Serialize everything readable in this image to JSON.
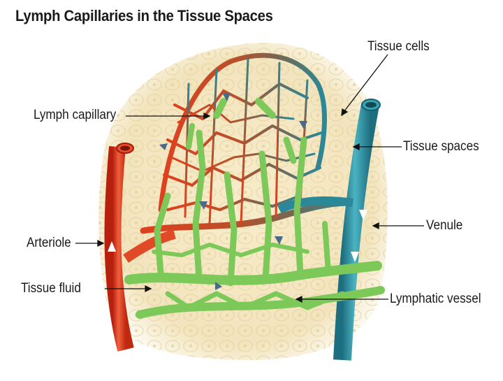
{
  "title": "Lymph Capillaries in the Tissue Spaces",
  "labels": {
    "tissue_cells": "Tissue cells",
    "lymph_capillary": "Lymph capillary",
    "tissue_spaces": "Tissue spaces",
    "venule": "Venule",
    "arteriole": "Arteriole",
    "tissue_fluid": "Tissue fluid",
    "lymphatic_vessel": "Lymphatic vessel"
  },
  "colors": {
    "arteriole": "#d8321e",
    "capillary_bed": "#c94a24",
    "venule": "#2a8898",
    "lymphatic": "#7cc95a",
    "tissue": "#f3e8c4"
  }
}
